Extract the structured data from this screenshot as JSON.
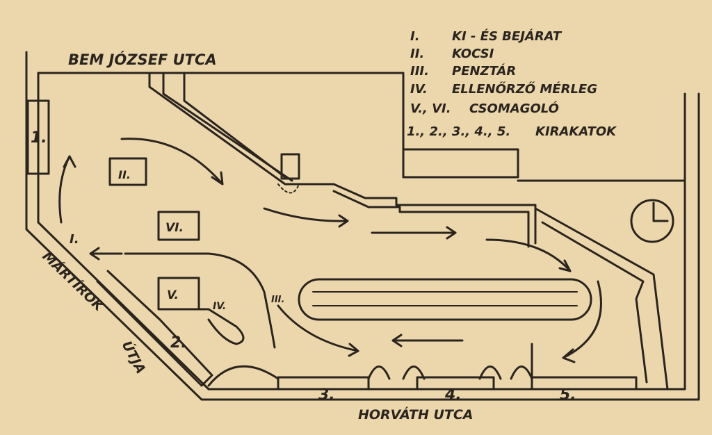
{
  "streets": {
    "north": "BEM JÓZSEF UTCA",
    "west_1": "MÁRTÍROK",
    "west_2": "ÚTJA",
    "south": "HORVÁTH UTCA"
  },
  "legend": [
    {
      "key": "I.",
      "label": "KI - ÉS BEJÁRAT"
    },
    {
      "key": "II.",
      "label": "KOCSI"
    },
    {
      "key": "III.",
      "label": "PENZTÁR"
    },
    {
      "key": "IV.",
      "label": "ELLENŐRZŐ MÉRLEG"
    },
    {
      "key": "V., VI.",
      "label": "CSOMAGOLÓ"
    },
    {
      "key": "1., 2., 3., 4., 5.",
      "label": "KIRAKATOK"
    }
  ],
  "plan_labels": {
    "window_1": "1.",
    "window_2": "2.",
    "window_3": "3.",
    "window_4": "4.",
    "window_5": "5.",
    "entrance": "I.",
    "cart": "II.",
    "cashier": "III.",
    "scale": "IV.",
    "pack_v": "V.",
    "pack_vi": "VI."
  },
  "colors": {
    "paper": "#ecd7ad",
    "ink": "#2a241e"
  }
}
